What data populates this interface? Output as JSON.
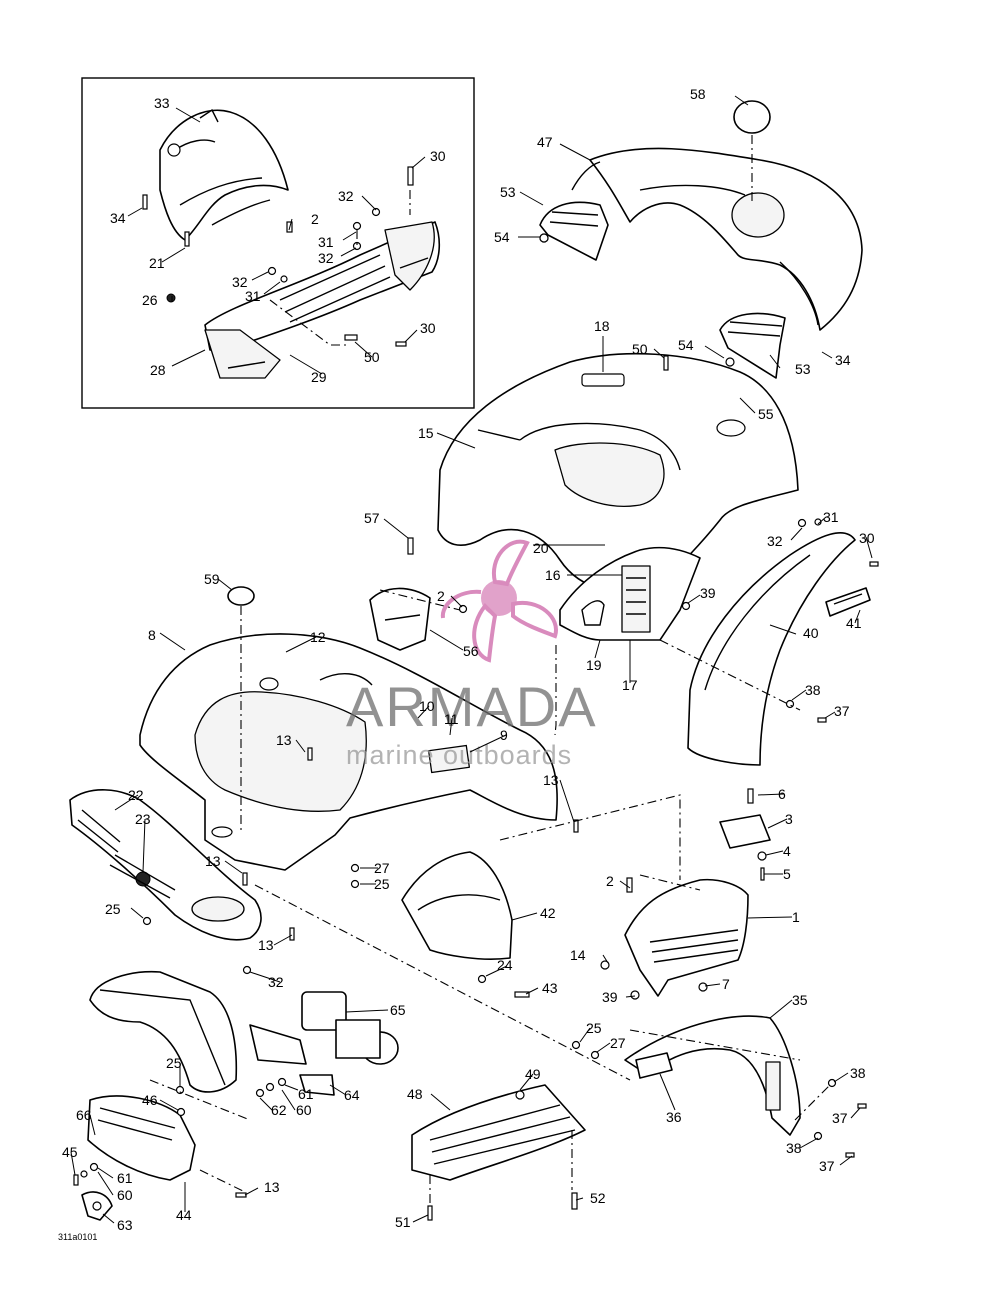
{
  "diagram_code": "311a0101",
  "watermark": {
    "brand": "ARMADA",
    "tagline": "marine outboards",
    "logo_color": "#d98bbd",
    "text_color": "#6e6e6e"
  },
  "callouts": [
    {
      "id": "c33",
      "text": "33"
    },
    {
      "id": "c34a",
      "text": "34"
    },
    {
      "id": "c21",
      "text": "21"
    },
    {
      "id": "c26",
      "text": "26"
    },
    {
      "id": "c2a",
      "text": "2"
    },
    {
      "id": "c30a",
      "text": "30"
    },
    {
      "id": "c32a",
      "text": "32"
    },
    {
      "id": "c31a",
      "text": "31"
    },
    {
      "id": "c32b",
      "text": "32"
    },
    {
      "id": "c32c",
      "text": "32"
    },
    {
      "id": "c31b",
      "text": "31"
    },
    {
      "id": "c28",
      "text": "28"
    },
    {
      "id": "c29",
      "text": "29"
    },
    {
      "id": "c50a",
      "text": "50"
    },
    {
      "id": "c30b",
      "text": "30"
    },
    {
      "id": "c58",
      "text": "58"
    },
    {
      "id": "c47",
      "text": "47"
    },
    {
      "id": "c53a",
      "text": "53"
    },
    {
      "id": "c54a",
      "text": "54"
    },
    {
      "id": "c18",
      "text": "18"
    },
    {
      "id": "c50b",
      "text": "50"
    },
    {
      "id": "c54b",
      "text": "54"
    },
    {
      "id": "c34b",
      "text": "34"
    },
    {
      "id": "c53b",
      "text": "53"
    },
    {
      "id": "c55",
      "text": "55"
    },
    {
      "id": "c15",
      "text": "15"
    },
    {
      "id": "c57",
      "text": "57"
    },
    {
      "id": "c20",
      "text": "20"
    },
    {
      "id": "c32d",
      "text": "32"
    },
    {
      "id": "c31c",
      "text": "31"
    },
    {
      "id": "c30c",
      "text": "30"
    },
    {
      "id": "c16",
      "text": "16"
    },
    {
      "id": "c59",
      "text": "59"
    },
    {
      "id": "c2b",
      "text": "2"
    },
    {
      "id": "c39a",
      "text": "39"
    },
    {
      "id": "c8",
      "text": "8"
    },
    {
      "id": "c12",
      "text": "12"
    },
    {
      "id": "c56",
      "text": "56"
    },
    {
      "id": "c19",
      "text": "19"
    },
    {
      "id": "c40",
      "text": "40"
    },
    {
      "id": "c41",
      "text": "41"
    },
    {
      "id": "c17",
      "text": "17"
    },
    {
      "id": "c38a",
      "text": "38"
    },
    {
      "id": "c37a",
      "text": "37"
    },
    {
      "id": "c10",
      "text": "10"
    },
    {
      "id": "c11",
      "text": "11"
    },
    {
      "id": "c9",
      "text": "9"
    },
    {
      "id": "c13a",
      "text": "13"
    },
    {
      "id": "c13b",
      "text": "13"
    },
    {
      "id": "c22",
      "text": "22"
    },
    {
      "id": "c23",
      "text": "23"
    },
    {
      "id": "c6",
      "text": "6"
    },
    {
      "id": "c3",
      "text": "3"
    },
    {
      "id": "c4",
      "text": "4"
    },
    {
      "id": "c5",
      "text": "5"
    },
    {
      "id": "c13c",
      "text": "13"
    },
    {
      "id": "c27a",
      "text": "27"
    },
    {
      "id": "c25a",
      "text": "25"
    },
    {
      "id": "c25b",
      "text": "25"
    },
    {
      "id": "c2c",
      "text": "2"
    },
    {
      "id": "c1",
      "text": "1"
    },
    {
      "id": "c13d",
      "text": "13"
    },
    {
      "id": "c42",
      "text": "42"
    },
    {
      "id": "c14",
      "text": "14"
    },
    {
      "id": "c32e",
      "text": "32"
    },
    {
      "id": "c24",
      "text": "24"
    },
    {
      "id": "c7",
      "text": "7"
    },
    {
      "id": "c39b",
      "text": "39"
    },
    {
      "id": "c43",
      "text": "43"
    },
    {
      "id": "c65",
      "text": "65"
    },
    {
      "id": "c35",
      "text": "35"
    },
    {
      "id": "c25c",
      "text": "25"
    },
    {
      "id": "c27b",
      "text": "27"
    },
    {
      "id": "c25d",
      "text": "25"
    },
    {
      "id": "c61a",
      "text": "61"
    },
    {
      "id": "c64",
      "text": "64"
    },
    {
      "id": "c38b",
      "text": "38"
    },
    {
      "id": "c49",
      "text": "49"
    },
    {
      "id": "c48",
      "text": "48"
    },
    {
      "id": "c46",
      "text": "46"
    },
    {
      "id": "c62",
      "text": "62"
    },
    {
      "id": "c60a",
      "text": "60"
    },
    {
      "id": "c36",
      "text": "36"
    },
    {
      "id": "c37b",
      "text": "37"
    },
    {
      "id": "c66",
      "text": "66"
    },
    {
      "id": "c38c",
      "text": "38"
    },
    {
      "id": "c37c",
      "text": "37"
    },
    {
      "id": "c45",
      "text": "45"
    },
    {
      "id": "c61b",
      "text": "61"
    },
    {
      "id": "c60b",
      "text": "60"
    },
    {
      "id": "c13e",
      "text": "13"
    },
    {
      "id": "c44",
      "text": "44"
    },
    {
      "id": "c52",
      "text": "52"
    },
    {
      "id": "c63",
      "text": "63"
    },
    {
      "id": "c51",
      "text": "51"
    }
  ]
}
